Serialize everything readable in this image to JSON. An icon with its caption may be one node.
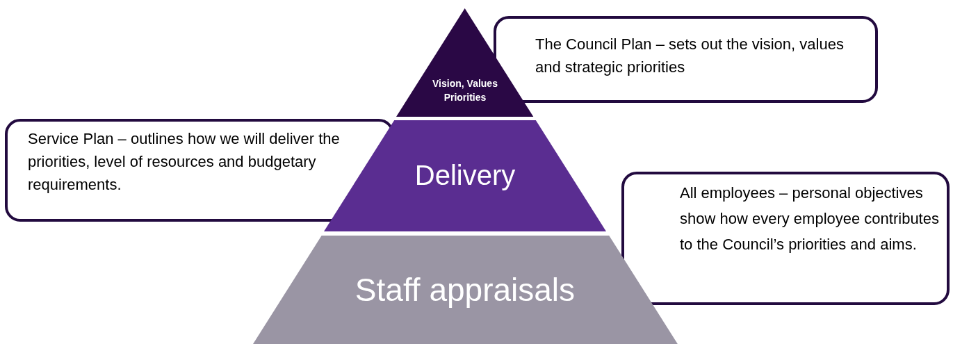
{
  "diagram": {
    "nodes": [
      {
        "text": [
          "Vision, Values Priorities"
        ]
      },
      {
        "text": [
          "The Council Plan – sets out the vision, values and strategic priorities"
        ]
      },
      {
        "text": [
          "Delivery"
        ]
      },
      {
        "text": [
          "Service Plan – outlines how we will deliver the priorities, level of resources and budgetary requirements."
        ]
      },
      {
        "text": [
          "Staff appraisals"
        ]
      },
      {
        "text": [
          "All employees – personal objectives show how every employee contributes to the Council’s priorities and aims."
        ]
      }
    ]
  }
}
